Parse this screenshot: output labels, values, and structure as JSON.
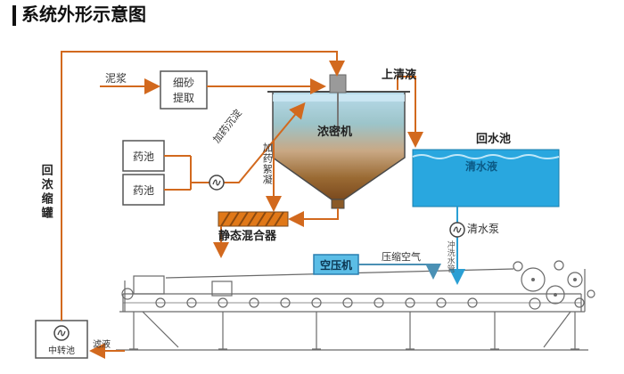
{
  "title": "系统外形示意图",
  "labels": {
    "mud": "泥浆",
    "sand_extractor": "细砂提取",
    "supernatant": "上清液",
    "thickener": "浓密机",
    "return_pool": "回水池",
    "clear_water": "清水液",
    "dosing_sediment": "加药沉淀",
    "dosing_flocculant": "加药絮凝",
    "chem_tank": "药池",
    "static_mixer": "静态混合器",
    "return_thickener": "回浓缩罐",
    "transfer_pool": "中转池",
    "clear_pump": "清水泵",
    "air_compressor": "空压机",
    "compressed_air": "压缩空气",
    "flush_pipe": "冲洗水管",
    "filtrate": "滤液"
  },
  "icons": {
    "pump_symbol": "circle-with-s-curve-pump"
  },
  "colors": {
    "line_orange": "#d2691e",
    "water_blue": "#29a7df",
    "air_line_blue": "#4a90b4",
    "tank_top": "#b9dcec",
    "tank_bottom": "#7b4a1e",
    "mixer_orange": "#e07818",
    "compressor_fill": "#5bbde6",
    "machine_gray": "#6a6a6a"
  }
}
